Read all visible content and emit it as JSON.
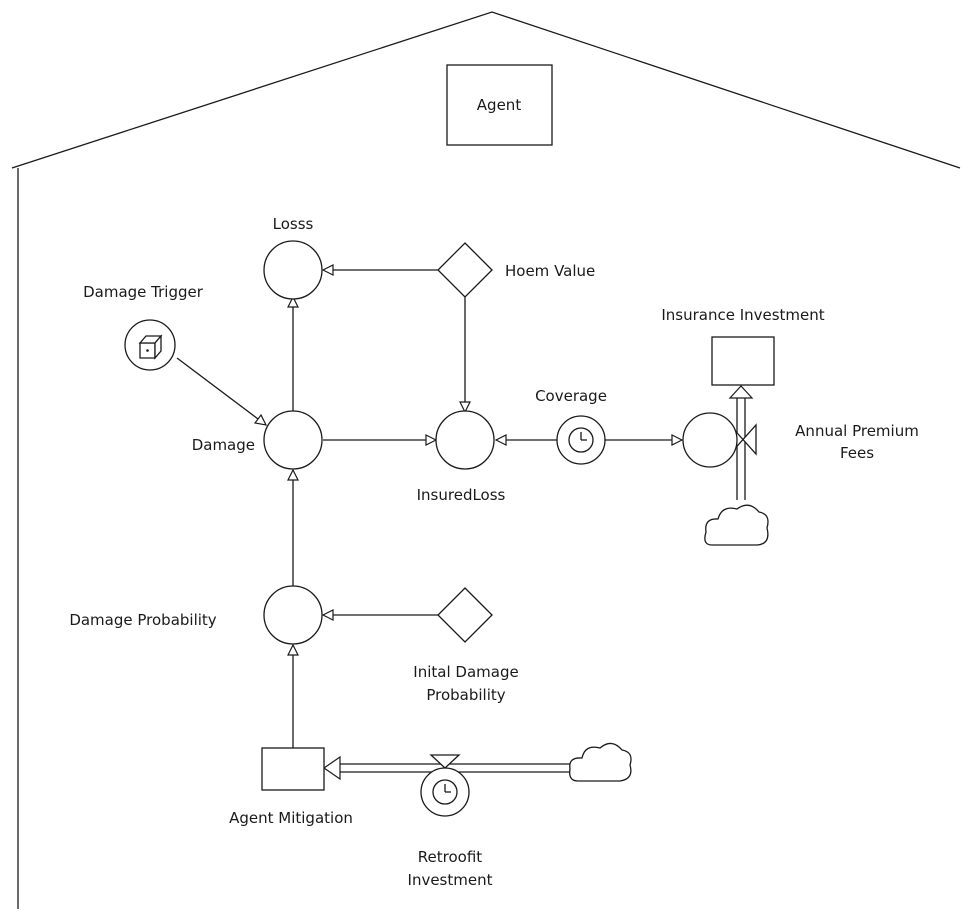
{
  "agent": {
    "label": "Agent"
  },
  "nodes": {
    "losss": "Losss",
    "hoem_value": "Hoem Value",
    "damage_trigger": "Damage Trigger",
    "insurance_investment": "Insurance  Investment",
    "coverage": "Coverage",
    "damage": "Damage",
    "insured_loss": "InsuredLoss",
    "annual_premium_fees_1": "Annual Premium",
    "annual_premium_fees_2": "Fees",
    "damage_probability": "Damage Probability",
    "initial_damage_probability_1": "Inital Damage",
    "initial_damage_probability_2": "Probability",
    "agent_mitigation": "Agent Mitigation",
    "retrofit_investment_1": "Retroofit",
    "retrofit_investment_2": "Investment"
  },
  "icons": {
    "damage_trigger": "dice-icon",
    "coverage": "clock-icon",
    "retrofit_investment": "clock-icon",
    "sources": "cloud-icon",
    "flows": "valve-icon"
  }
}
